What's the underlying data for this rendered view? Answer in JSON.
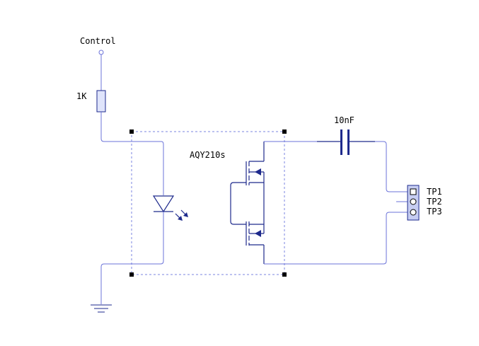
{
  "labels": {
    "control": "Control",
    "resistor": "1K",
    "relay": "AQY210s",
    "capacitor": "10nF",
    "tp1": "TP1",
    "tp2": "TP2",
    "tp3": "TP3"
  },
  "colors": {
    "wire": "#6b73d9",
    "component": "#1e2a8c",
    "outline": "#7b86e0",
    "handle": "#000000",
    "connector_fill": "#c6cdf2",
    "resistor_fill": "#dfe4fb",
    "background": "#ffffff"
  }
}
